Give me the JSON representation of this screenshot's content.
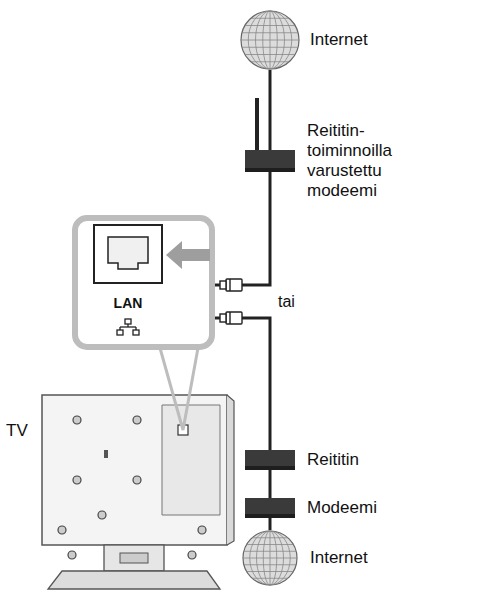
{
  "diagram": {
    "nodes": [
      {
        "text": [
          "Internet"
        ]
      },
      {
        "text": [
          "Reititin-toiminnoilla varustettu modeemi"
        ]
      },
      {
        "text": [
          "Reititin"
        ]
      },
      {
        "text": [
          "Modeemi"
        ]
      },
      {
        "text": [
          "Internet"
        ]
      },
      {
        "text": [
          "TV"
        ]
      },
      {
        "text": [
          "LAN"
        ]
      }
    ],
    "edges": [
      {
        "from": 0,
        "to": 1,
        "arrow": "none"
      },
      {
        "from": 1,
        "to": 6,
        "arrow": "none"
      },
      {
        "from": 2,
        "to": 6,
        "arrow": "none"
      },
      {
        "from": 2,
        "to": 3,
        "arrow": "none"
      },
      {
        "from": 3,
        "to": 4,
        "arrow": "none"
      }
    ],
    "labels": [
      "tai"
    ]
  }
}
